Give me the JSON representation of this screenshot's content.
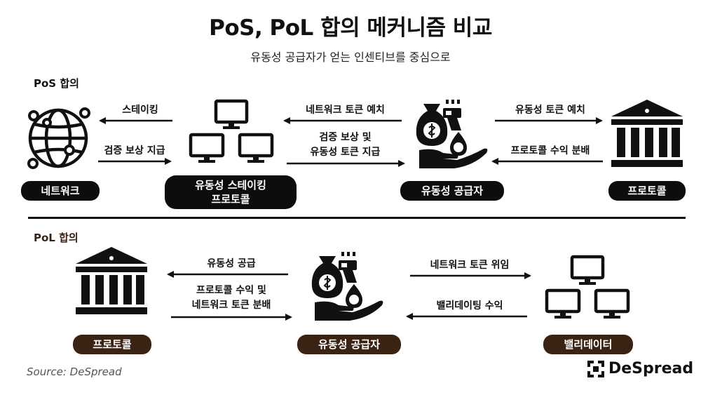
{
  "title": "PoS, PoL 합의 메커니즘 비교",
  "subtitle": "유동성 공급자가 얻는 인센티브를 중심으로",
  "pos": {
    "label": "PoS 합의",
    "nodes": {
      "network": "네트워크",
      "staking_protocol_line1": "유동성 스테이킹",
      "staking_protocol_line2": "프로토콜",
      "lp": "유동성 공급자",
      "protocol": "프로토콜"
    },
    "arrows": {
      "staking": "스테이킹",
      "validation_reward": "검증 보상 지급",
      "network_token_deposit": "네트워크 토큰 예치",
      "reward_and_token_line1": "검증 보상 및",
      "reward_and_token_line2": "유동성 토큰 지급",
      "lp_token_deposit": "유동성 토큰 예치",
      "protocol_revenue": "프로토콜 수익 분배"
    }
  },
  "pol": {
    "label": "PoL 합의",
    "nodes": {
      "protocol": "프로토콜",
      "lp": "유동성 공급자",
      "validator": "밸리데이터"
    },
    "arrows": {
      "liquidity_supply": "유동성 공급",
      "revenue_line1": "프로토콜 수익 및",
      "revenue_line2": "네트워크 토큰 분배",
      "token_delegation": "네트워크 토큰 위임",
      "validation_revenue": "밸리데이팅 수익"
    }
  },
  "footer": {
    "source": "Source: DeSpread",
    "brand": "DeSpread"
  },
  "colors": {
    "pos_accent": "#0d0d0d",
    "pol_accent": "#3b2314",
    "icon": "#111111"
  },
  "icons": [
    "globe-network-icon",
    "computers-icon",
    "money-hand-icon",
    "bank-icon",
    "despread-logo-icon"
  ]
}
